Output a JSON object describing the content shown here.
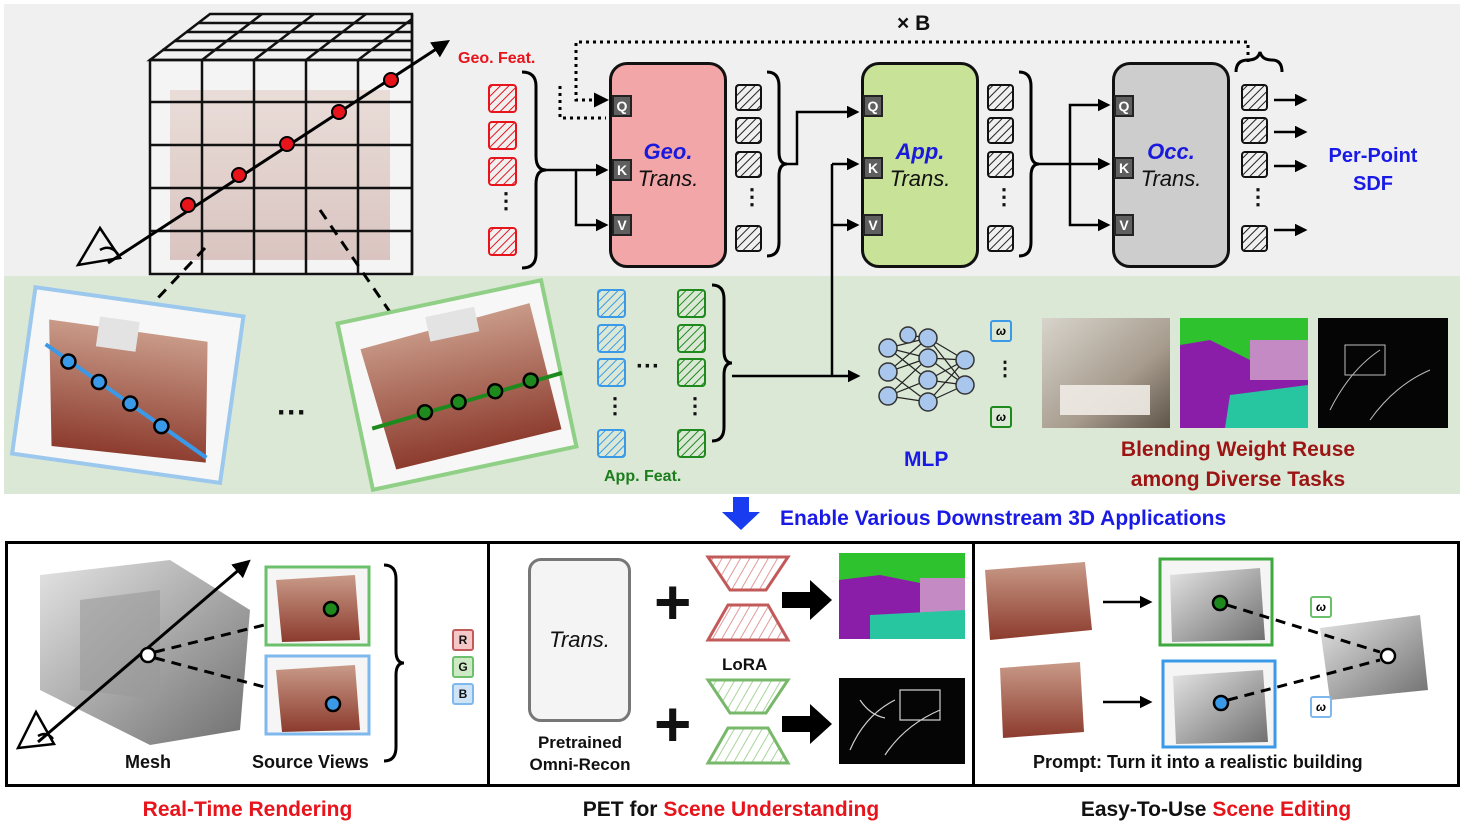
{
  "header": {
    "repeat": "× B",
    "geo_feat": "Geo. Feat.",
    "per_point_sdf": [
      "Per-Point",
      "SDF"
    ],
    "app_feat": "App. Feat.",
    "mlp": "MLP",
    "weight_symbol": "ω",
    "ellipsis_dots": "⋮",
    "ellipsis_h": "···",
    "blending": [
      "Blending Weight Reuse",
      "among Diverse Tasks"
    ],
    "enable": "Enable Various Downstream 3D Applications"
  },
  "transformers": [
    {
      "line1": "Geo.",
      "line2": "Trans.",
      "fill": "#f3a6a8"
    },
    {
      "line1": "App.",
      "line2": "Trans.",
      "fill": "#c8e298"
    },
    {
      "line1": "Occ.",
      "line2": "Trans.",
      "fill": "#cdcdcd"
    }
  ],
  "qkv": [
    "Q",
    "K",
    "V"
  ],
  "panels": {
    "rendering": {
      "mesh": "Mesh",
      "source_views": "Source Views",
      "rgb": [
        "R",
        "G",
        "B"
      ]
    },
    "pet": {
      "trans": "Trans.",
      "pretrained": [
        "Pretrained",
        "Omni-Recon"
      ],
      "lora": "LoRA",
      "plus": "+"
    },
    "editing": {
      "prompt": "Prompt: Turn it into a realistic building"
    }
  },
  "captions": [
    {
      "prefix": "",
      "highlight": "Real-Time Rendering"
    },
    {
      "prefix": "PET for ",
      "highlight": "Scene Understanding"
    },
    {
      "prefix": "Easy-To-Use ",
      "highlight": "Scene Editing"
    }
  ],
  "colors": {
    "geo_feature": "#e8141c",
    "view1_feature": "#3a9ae8",
    "view2_feature": "#1e8a1e",
    "title_blue": "#1a1adc",
    "caption_red": "#e8141c",
    "maroon": "#9c1414",
    "arrow_blue": "#1a3cf0"
  }
}
